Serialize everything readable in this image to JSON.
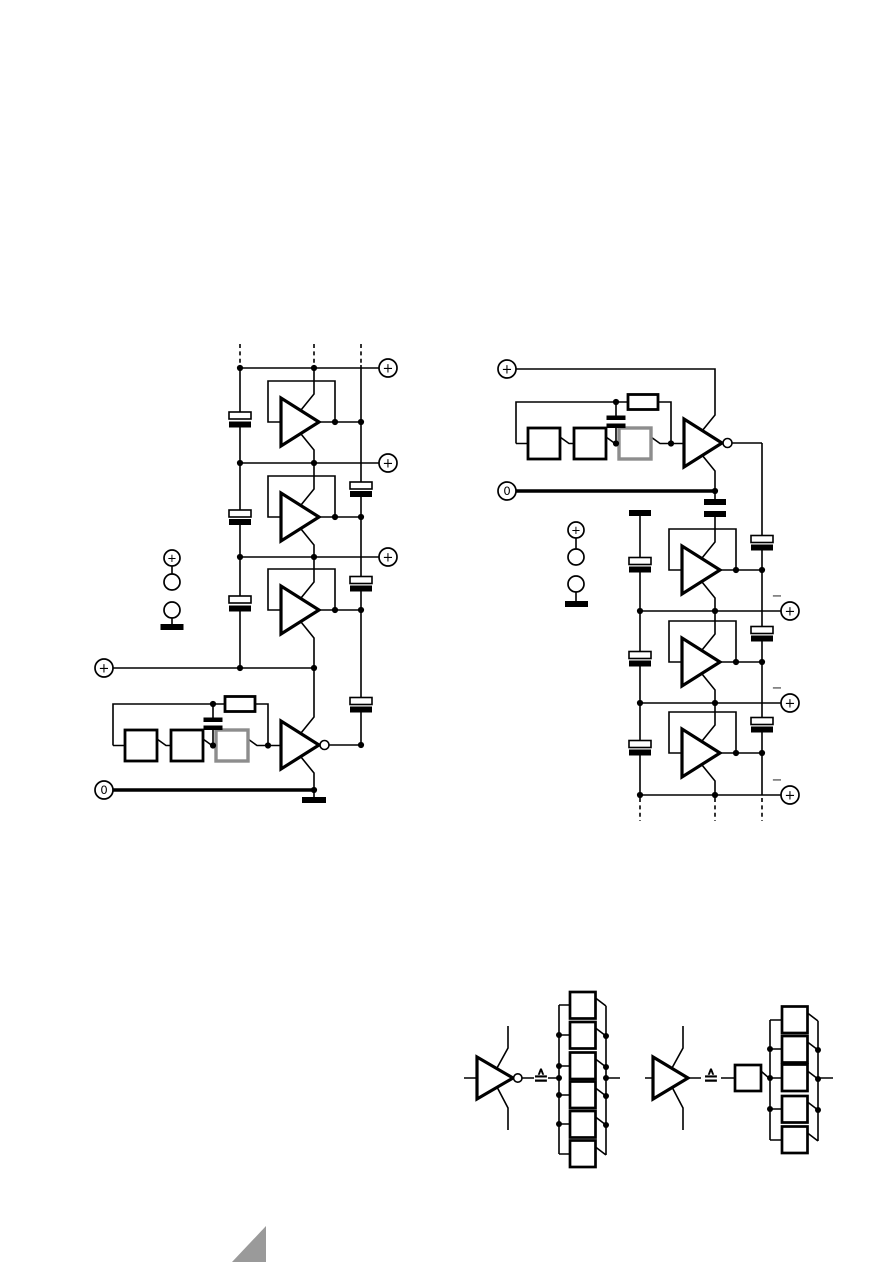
{
  "labels": {
    "plus": "+",
    "zero": "0",
    "minus": "−",
    "equivalence": "≙"
  },
  "colors": {
    "ink": "#000000",
    "gray_gate_box": "#8d8d8d",
    "corner_fold": "#9a9a9a",
    "paper": "#ffffff"
  },
  "positive_multiplier": {
    "rail_terminals": [
      "+",
      "+",
      "+"
    ],
    "input_terminal": "+",
    "ground_terminal": "0",
    "connector_plus": "+"
  },
  "negative_multiplier": {
    "rail_terminals": [
      "+",
      "+",
      "+"
    ],
    "rail_polarity_marks": [
      "−",
      "−",
      "−"
    ],
    "input_terminal": "+",
    "ground_terminal": "0",
    "connector_plus": "+"
  },
  "equivalence": {
    "symbol": "≙",
    "inverting_parallel_gates": 6,
    "noninverting_series_gate": 1,
    "noninverting_parallel_gates": 5
  }
}
